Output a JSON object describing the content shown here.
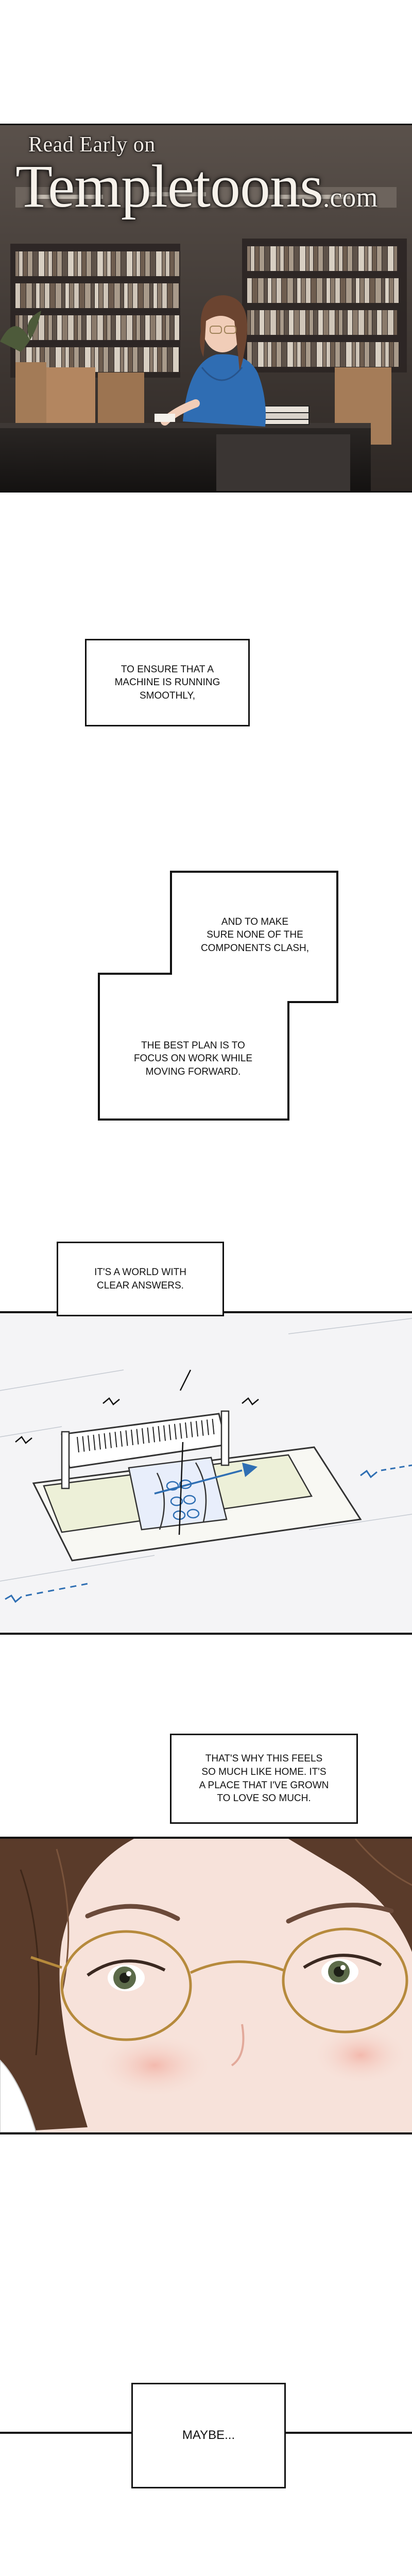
{
  "watermark": {
    "line1": "Read Early on",
    "brand": "Templetoons",
    "suffix": ".com"
  },
  "captions": {
    "c1": [
      "TO ENSURE THAT A",
      "MACHINE IS RUNNING",
      "SMOOTHLY,"
    ],
    "c2": [
      "AND TO MAKE",
      "SURE NONE OF THE",
      "COMPONENTS CLASH,"
    ],
    "c3": [
      "THE BEST PLAN IS TO",
      "FOCUS ON WORK WHILE",
      "MOVING FORWARD."
    ],
    "c4": [
      "IT'S A WORLD WITH",
      "CLEAR ANSWERS."
    ],
    "c5": [
      "THAT'S WHY THIS FEELS",
      "SO MUCH LIKE HOME. IT'S",
      "A PLACE THAT I'VE GROWN",
      "TO LOVE SO MUCH."
    ],
    "c6": [
      "MAYBE..."
    ]
  },
  "colors": {
    "ink": "#111111",
    "blueprint": "#2f6fb3",
    "skin": "#f6dcd3",
    "hair": "#5a3b2a"
  }
}
